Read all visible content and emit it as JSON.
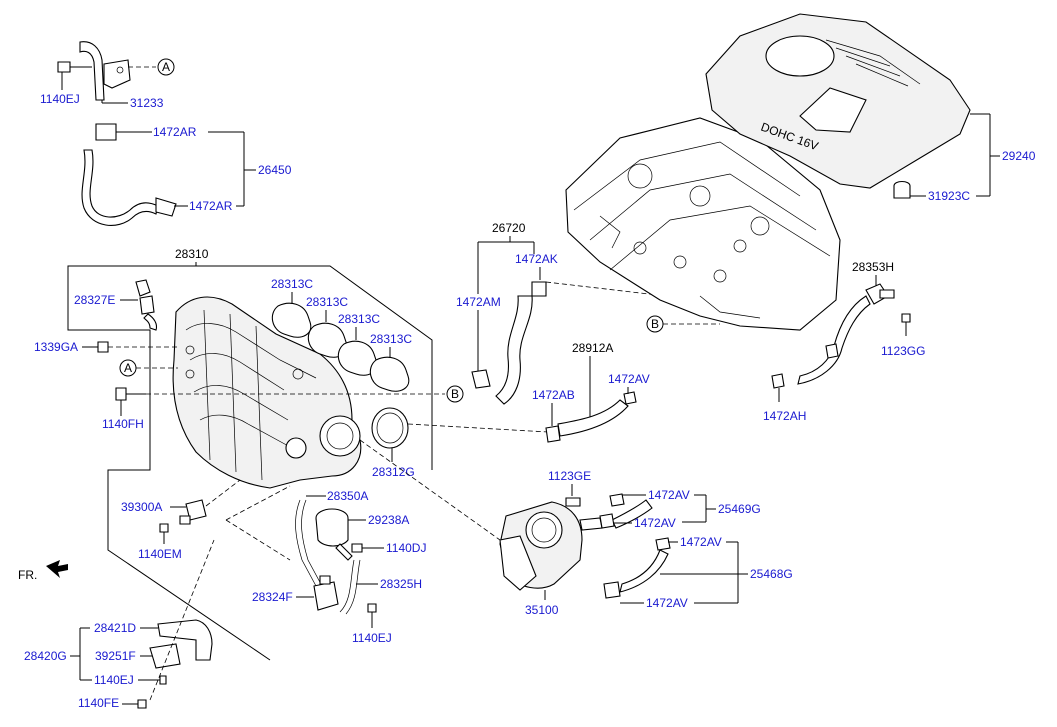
{
  "labels": {
    "p1140EJ_top": "1140EJ",
    "p31233": "31233",
    "p1472AR_1": "1472AR",
    "p26450": "26450",
    "p1472AR_2": "1472AR",
    "p28310": "28310",
    "p28327E": "28327E",
    "p28313C_1": "28313C",
    "p28313C_2": "28313C",
    "p28313C_3": "28313C",
    "p28313C_4": "28313C",
    "p1339GA": "1339GA",
    "p1140FH": "1140FH",
    "p28312G": "28312G",
    "p39300A": "39300A",
    "p1140EM": "1140EM",
    "p28350A": "28350A",
    "p29238A": "29238A",
    "p1140DJ": "1140DJ",
    "p28324F": "28324F",
    "p28325H": "28325H",
    "p1140EJ_mid": "1140EJ",
    "p28421D": "28421D",
    "p28420G": "28420G",
    "p39251F": "39251F",
    "p1140EJ_bot": "1140EJ",
    "p1140FE": "1140FE",
    "p26720": "26720",
    "p1472AK": "1472AK",
    "p1472AM": "1472AM",
    "p28912A": "28912A",
    "p1472AV_1": "1472AV",
    "p1472AB": "1472AB",
    "p1123GE": "1123GE",
    "p1472AV_2": "1472AV",
    "p25469G": "25469G",
    "p1472AV_3": "1472AV",
    "p1472AV_4": "1472AV",
    "p25468G": "25468G",
    "p1472AV_5": "1472AV",
    "p35100": "35100",
    "p29240": "29240",
    "p31923C": "31923C",
    "p28353H": "28353H",
    "p1123GG": "1123GG",
    "p1472AH": "1472AH"
  },
  "refs": {
    "A1": "A",
    "A2": "A",
    "B1": "B",
    "B2": "B"
  },
  "engine_cover_text": "DOHC 16V",
  "direction_label": "FR."
}
